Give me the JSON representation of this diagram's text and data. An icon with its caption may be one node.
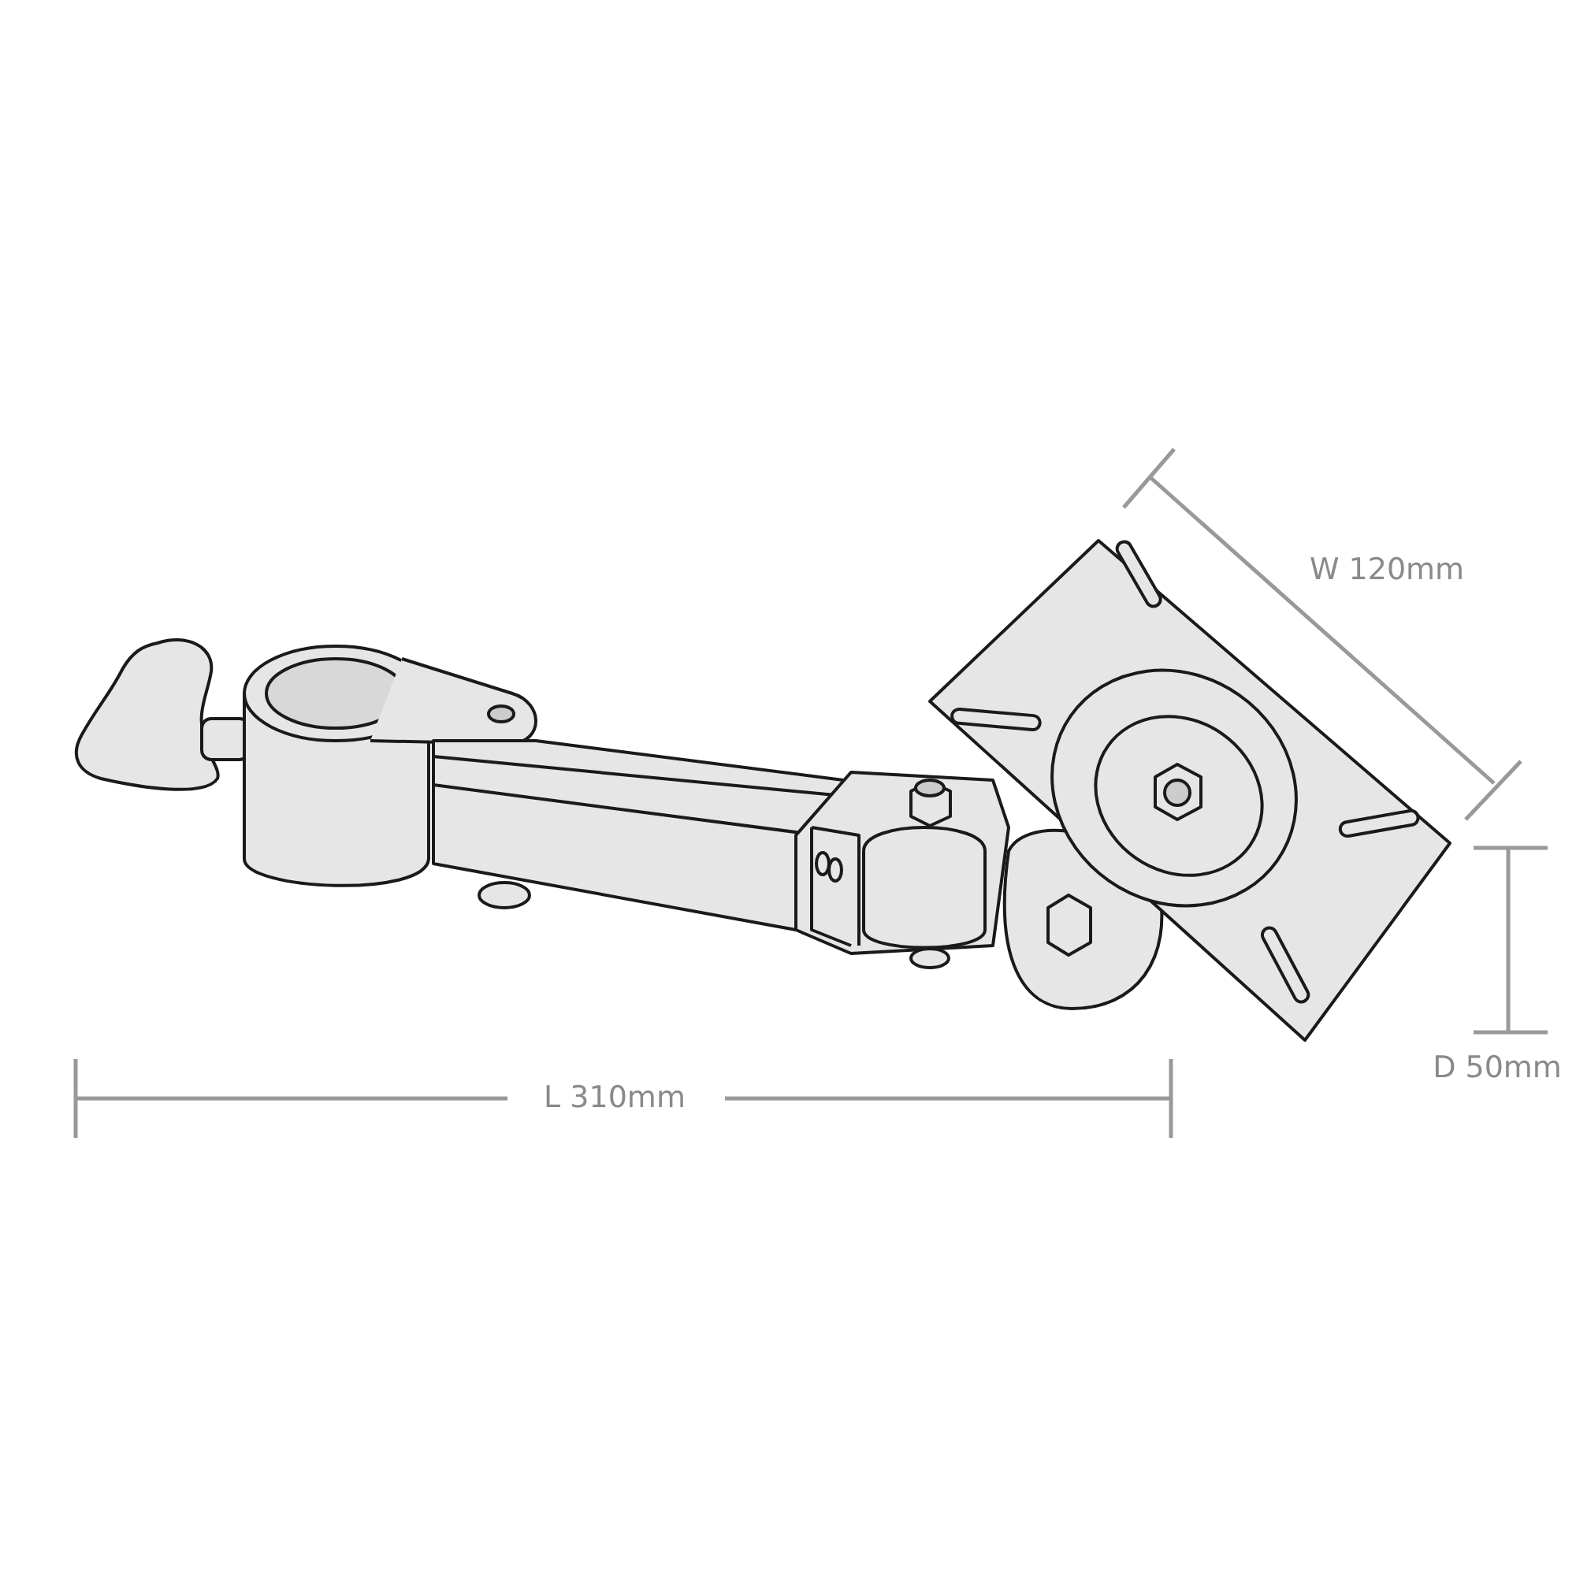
{
  "diagram": {
    "labels": [
      "W 120mm",
      "D 50mm",
      "L 310mm"
    ]
  }
}
